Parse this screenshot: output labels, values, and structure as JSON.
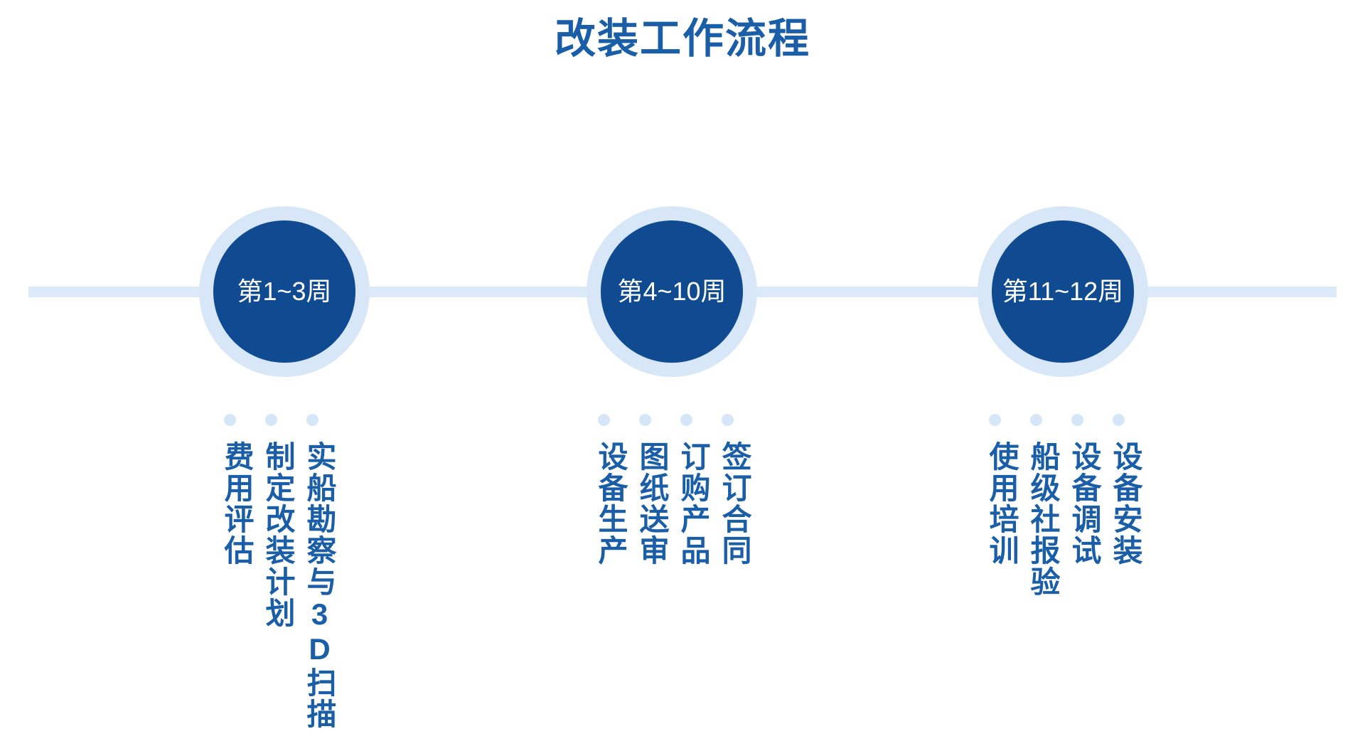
{
  "title": "改装工作流程",
  "colors": {
    "brand_dark_blue": "#104B91",
    "title_blue": "#1B5EA8",
    "light_blue": "#DCE9F8",
    "dot_blue": "#D4E6F8",
    "circle_ring": "#D8E7F8",
    "background": "#FFFFFF",
    "circle_text": "#FFFFFF"
  },
  "timeline": {
    "axis_label": "timeline-axis",
    "stages": [
      {
        "id": "stage-1",
        "period": "第1~3周",
        "tasks": [
          "实船勘察与3D扫描",
          "制定改装计划",
          "费用评估"
        ]
      },
      {
        "id": "stage-2",
        "period": "第4~10周",
        "tasks": [
          "签订合同",
          "订购产品",
          "图纸送审",
          "设备生产"
        ]
      },
      {
        "id": "stage-3",
        "period": "第11~12周",
        "tasks": [
          "设备安装",
          "设备调试",
          "船级社报验",
          "使用培训"
        ]
      }
    ]
  }
}
